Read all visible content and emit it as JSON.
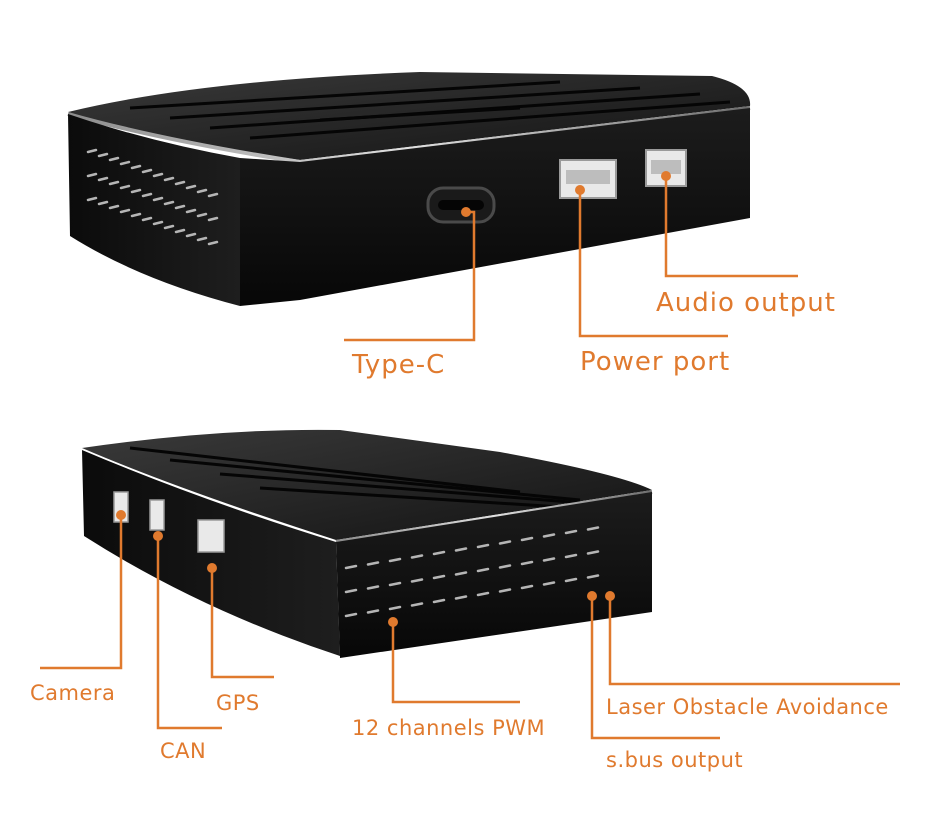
{
  "accent_color": "#e07a2e",
  "callouts": {
    "audio_output": "Audio output",
    "type_c": "Type-C",
    "power_port": "Power port",
    "camera": "Camera",
    "gps": "GPS",
    "can": "CAN",
    "pwm": "12 channels PWM",
    "laser": "Laser Obstacle Avoidance",
    "sbus": "s.bus output"
  }
}
